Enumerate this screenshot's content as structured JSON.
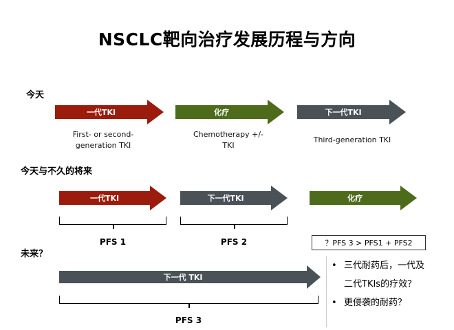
{
  "title": "NSCLC靶向治疗发展历程与方向",
  "colors": {
    "red": "#9b1c0c",
    "green": "#4d6b1b",
    "gray": "#4a5157"
  },
  "sections": {
    "today": {
      "label": "今天",
      "arrows": [
        {
          "label": "一代TKI",
          "color": "red",
          "desc": [
            "First- or second-",
            "generation TKI"
          ]
        },
        {
          "label": "化疗",
          "color": "green",
          "desc": [
            "Chemotherapy +/-",
            "TKI"
          ]
        },
        {
          "label": "下一代TKI",
          "color": "gray",
          "desc": [
            "Third-generation TKI"
          ]
        }
      ]
    },
    "near_future": {
      "label": "今天与不久的将来",
      "arrows": [
        {
          "label": "一代TKI",
          "color": "red"
        },
        {
          "label": "下一代TKI",
          "color": "gray"
        },
        {
          "label": "化疗",
          "color": "green"
        }
      ],
      "pfs": [
        "PFS 1",
        "PFS 2"
      ],
      "formula": "？PFS 3 > PFS1 + PFS2"
    },
    "future": {
      "label": "未来？",
      "arrow": {
        "label": "下一代 TKI",
        "color": "gray"
      },
      "pfs": "PFS 3",
      "questions": [
        "三代耐药后，一代及",
        "二代TKIs的疗效？",
        "更侵袭的耐药？"
      ]
    }
  }
}
